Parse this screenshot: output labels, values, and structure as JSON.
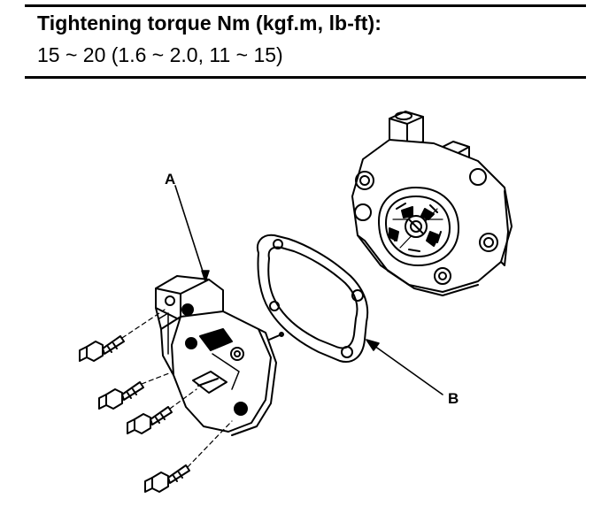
{
  "spec": {
    "title": "Tightening torque Nm (kgf.m, lb-ft):",
    "values": "15 ~ 20 (1.6 ~ 2.0, 11 ~ 15)"
  },
  "diagram": {
    "callouts": {
      "a": "A",
      "b": "B"
    }
  }
}
